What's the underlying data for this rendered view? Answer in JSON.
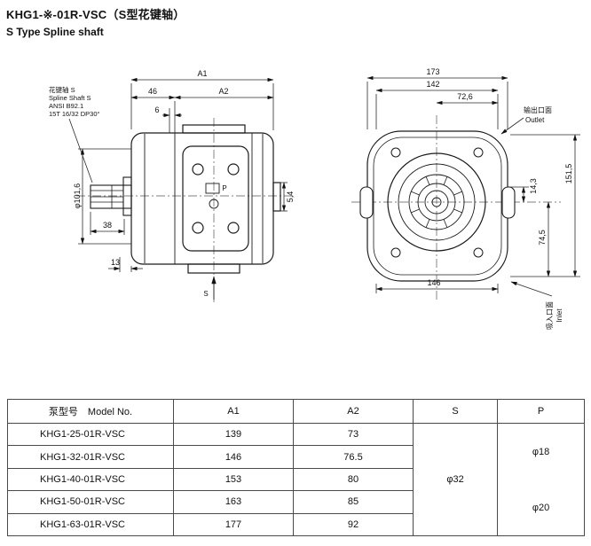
{
  "header": {
    "title": "KHG1-※-01R-VSC（S型花键轴）",
    "subtitle": "S Type Spline shaft"
  },
  "left_view": {
    "note": {
      "l1": "花键轴 S",
      "l2": "Spline Shaft S",
      "l3": "ANSI B92.1",
      "l4": "15T 16/32 DP30°"
    },
    "dims": {
      "a1": "A1",
      "a2": "A2",
      "len46": "46",
      "len6": "6",
      "dia": "φ101,6",
      "len38": "38",
      "len13": "13",
      "len54": "5,4",
      "port_s": "S",
      "port_p": "P"
    }
  },
  "right_view": {
    "dims": {
      "w173": "173",
      "w142": "142",
      "w726": "72,6",
      "h143": "14,3",
      "h1515": "151,5",
      "h745": "74,5",
      "w146": "146"
    },
    "outlet": {
      "cn": "输出口面",
      "en": "Outlet"
    },
    "inlet": {
      "cn": "吸入口面",
      "en": "Inlet"
    }
  },
  "table": {
    "headers": {
      "model": "泵型号　Model No.",
      "a1": "A1",
      "a2": "A2",
      "s": "S",
      "p": "P"
    },
    "rows": [
      {
        "model": "KHG1-25-01R-VSC",
        "a1": "139",
        "a2": "73"
      },
      {
        "model": "KHG1-32-01R-VSC",
        "a1": "146",
        "a2": "76.5"
      },
      {
        "model": "KHG1-40-01R-VSC",
        "a1": "153",
        "a2": "80"
      },
      {
        "model": "KHG1-50-01R-VSC",
        "a1": "163",
        "a2": "85"
      },
      {
        "model": "KHG1-63-01R-VSC",
        "a1": "177",
        "a2": "92"
      }
    ],
    "s_value": "φ32",
    "p_value_top": "φ18",
    "p_value_bottom": "φ20"
  }
}
